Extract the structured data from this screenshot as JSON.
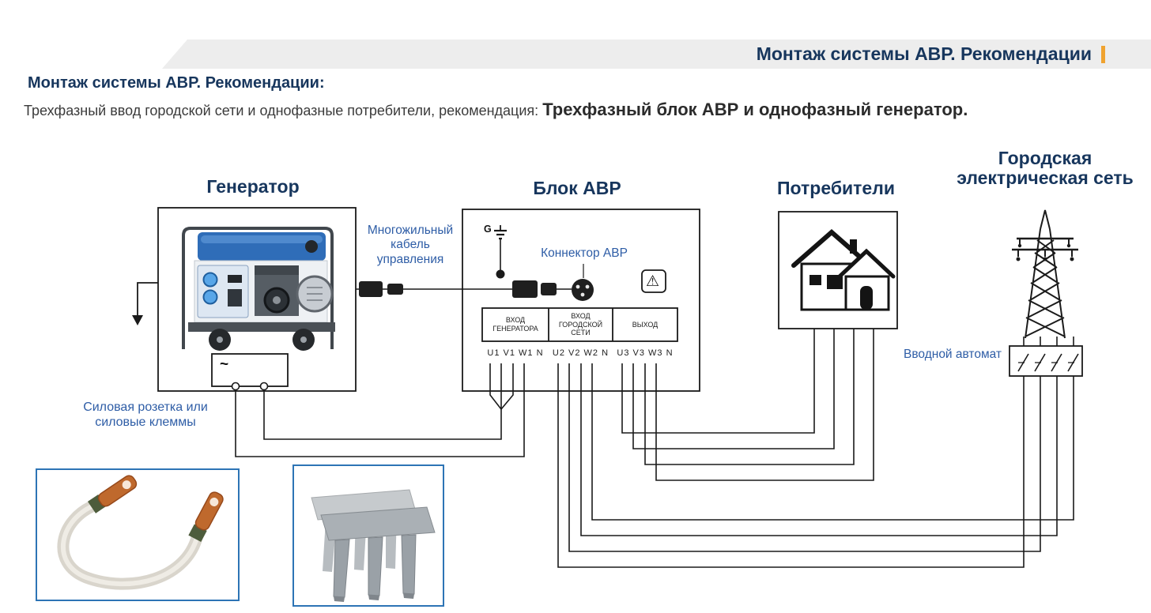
{
  "header": {
    "title": "Монтаж системы АВР. Рекомендации"
  },
  "intro": {
    "heading": "Монтаж системы АВР. Рекомендации:",
    "text_regular": "Трехфазный ввод городской сети и однофазные потребители, рекомендация: ",
    "text_bold": "Трехфазный блок АВР и однофазный генератор."
  },
  "diagram": {
    "generator": {
      "label": "Генератор",
      "socket_symbol": "~",
      "socket_caption": "Силовая розетка или силовые клеммы"
    },
    "control_cable_label": "Многожильный кабель управления",
    "avr": {
      "label": "Блок АВР",
      "ground_label": "G",
      "connector_label": "Коннектор АВР",
      "terminals": [
        {
          "title": "ВХОД ГЕНЕРАТОРА",
          "pins": "U1 V1 W1 N"
        },
        {
          "title": "ВХОД ГОРОДСКОЙ СЕТИ",
          "pins": "U2 V2 W2 N"
        },
        {
          "title": "ВЫХОД",
          "pins": "U3 V3 W3 N"
        }
      ]
    },
    "consumers": {
      "label": "Потребители"
    },
    "city": {
      "label": "Городская электрическая сеть",
      "breaker_label": "Вводной автомат"
    }
  },
  "icons": {
    "warning": "⚠"
  },
  "colors": {
    "navy": "#17365d",
    "blue_label": "#2e5da6",
    "accent_orange": "#f0a330",
    "photo_border": "#2d74b5"
  }
}
